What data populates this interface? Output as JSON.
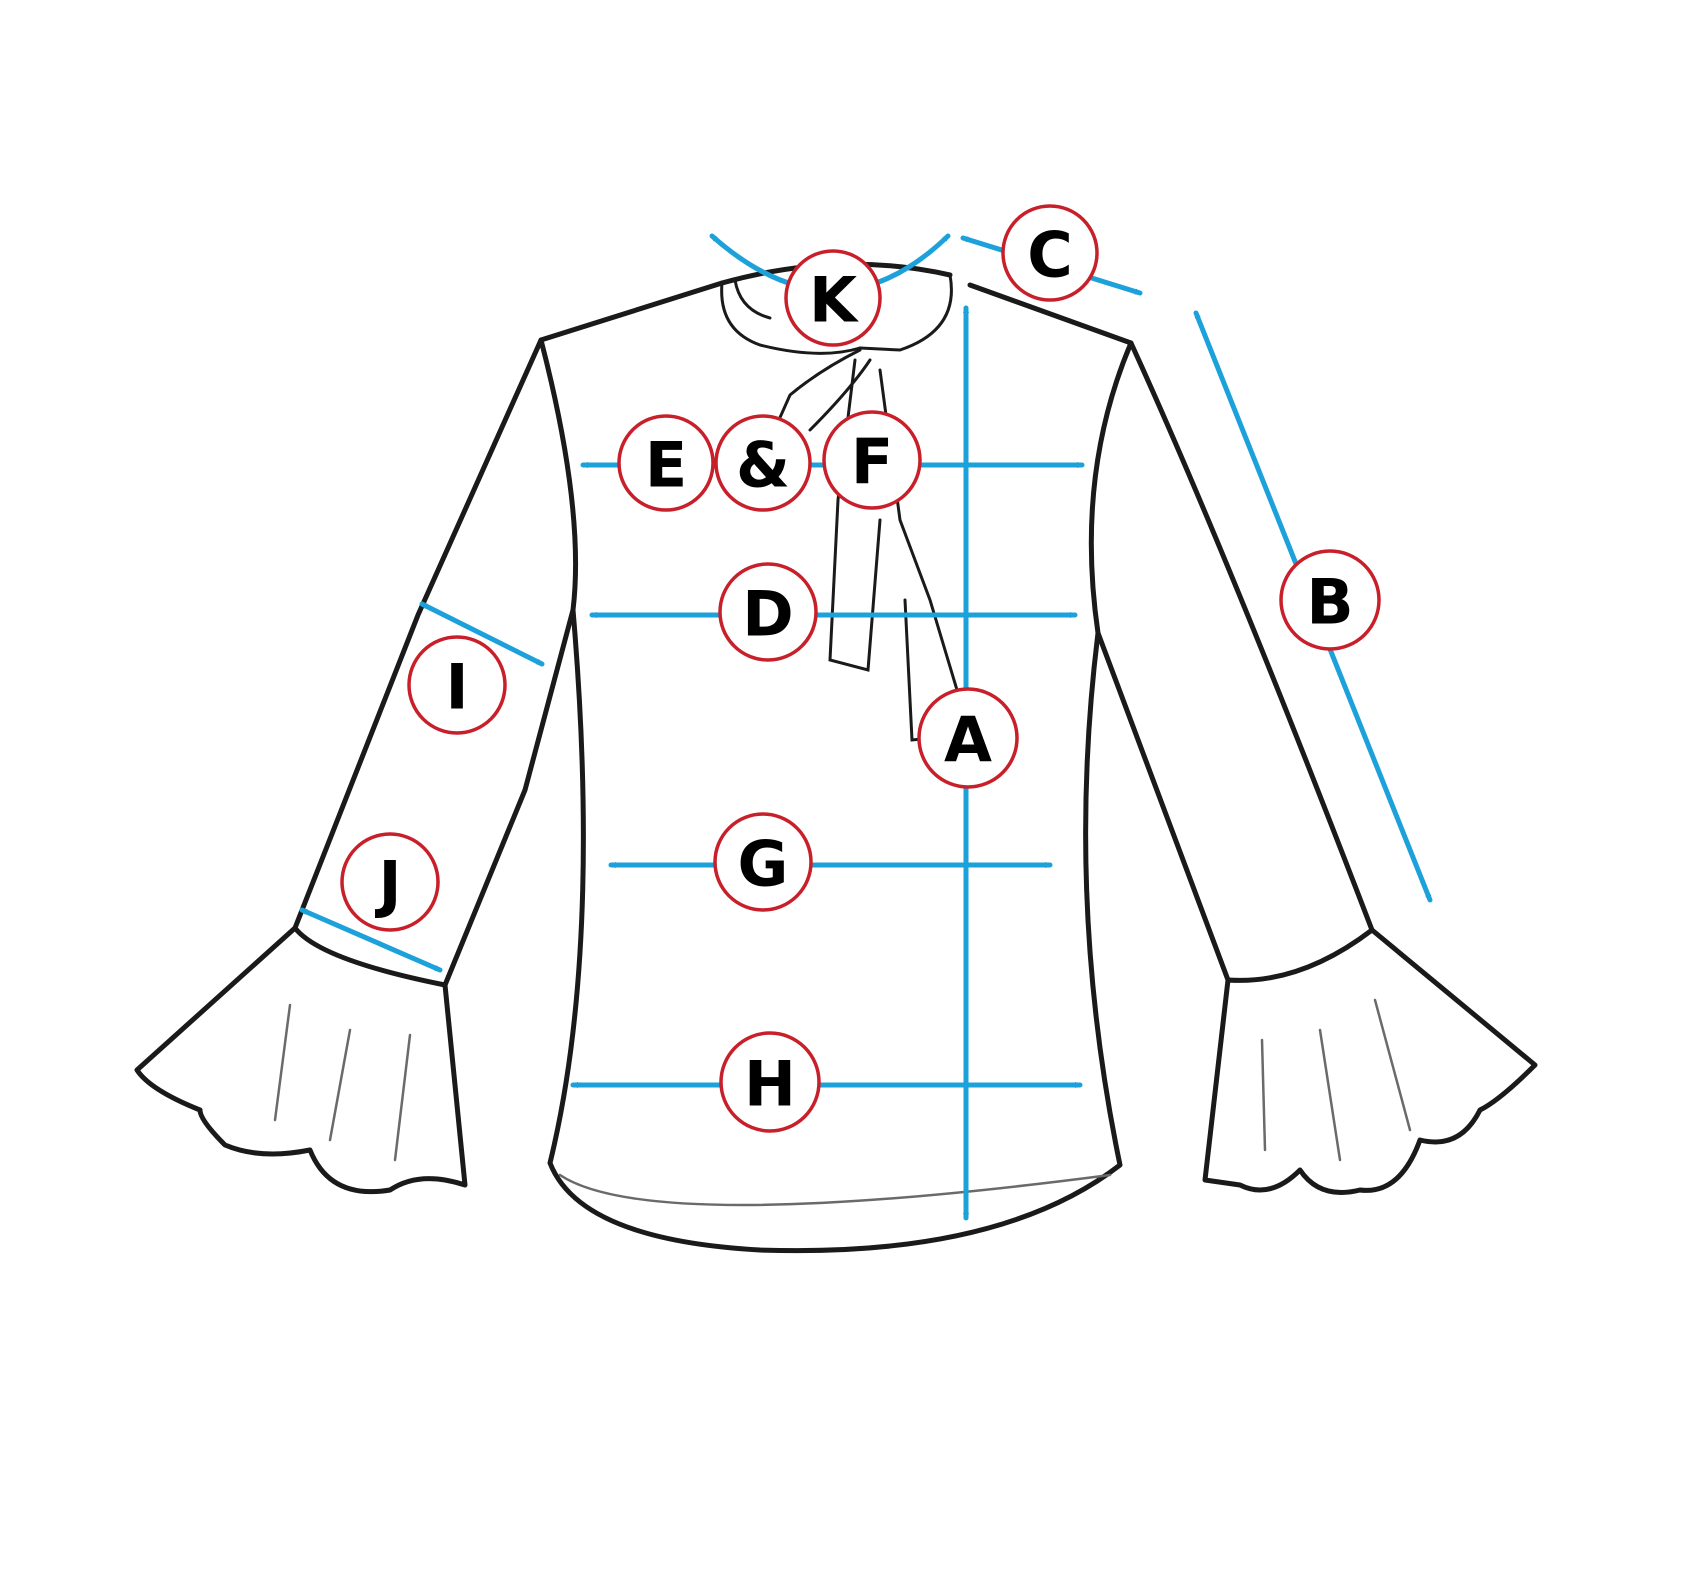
{
  "colors": {
    "arrow": "#1da1db",
    "badge_ring": "#c8202a",
    "outline": "#1a1a1a",
    "background": "#ffffff"
  },
  "labels": {
    "a": "A",
    "b": "B",
    "c": "C",
    "d": "D",
    "e": "E",
    "amp": "&",
    "f": "F",
    "g": "G",
    "h": "H",
    "i": "I",
    "j": "J",
    "k": "K"
  }
}
